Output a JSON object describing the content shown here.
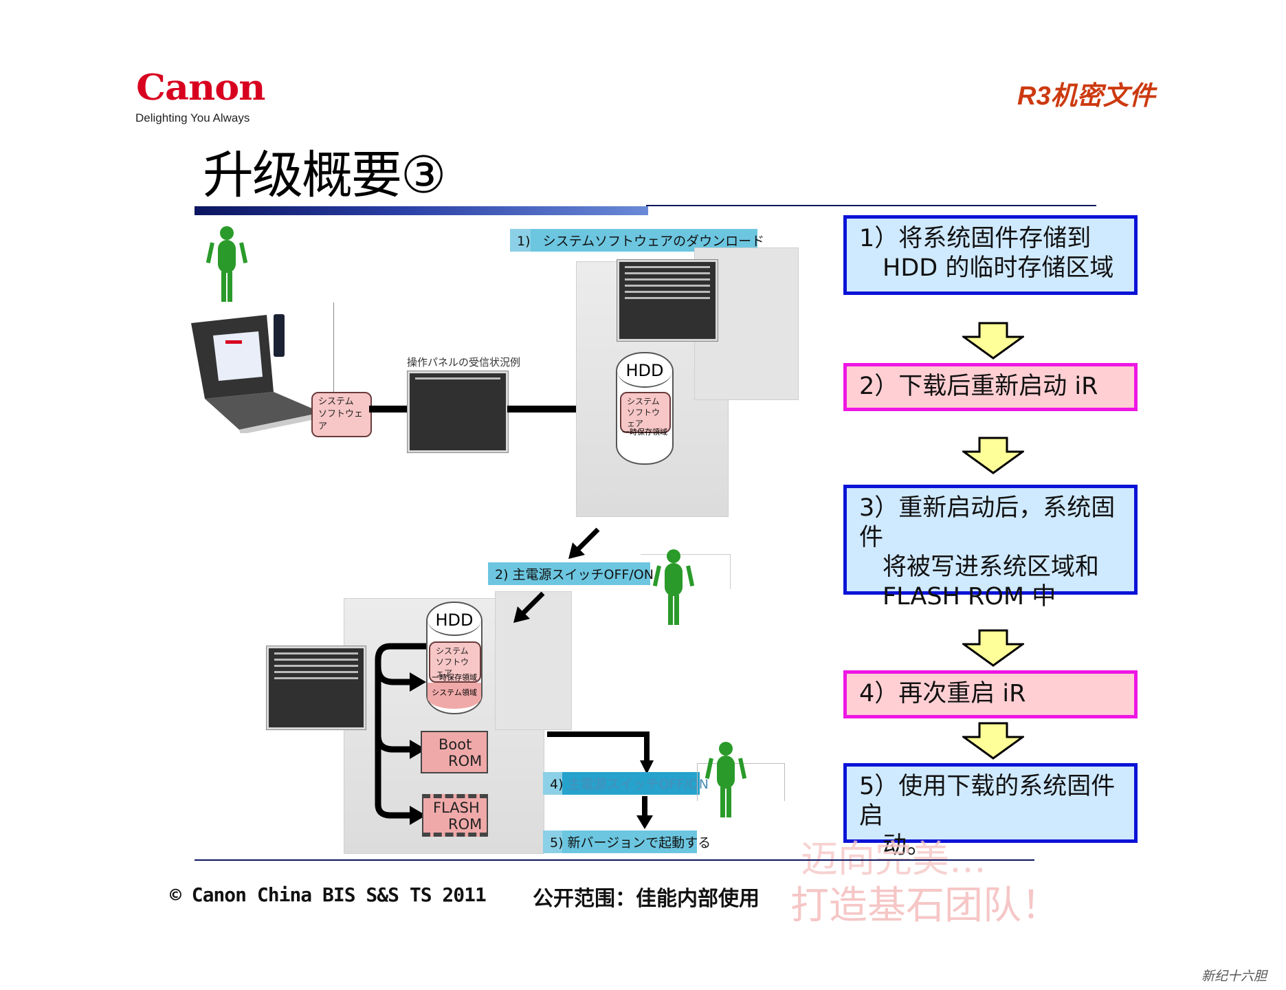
{
  "header": {
    "logo": "Canon",
    "tagline": "Delighting You Always",
    "confidential": "R3机密文件",
    "title": "升级概要③"
  },
  "diagram": {
    "step1_label_num": "1)",
    "step1_label": "システムソフトウェアのダウンロード",
    "panel_caption": "操作パネルの受信状況例",
    "sw_box_line1": "システム",
    "sw_box_line2": "ソフトウェア",
    "hdd_top": "HDD",
    "hdd_sw_line1": "システム",
    "hdd_sw_line2": "ソフトウェア",
    "hdd_temp_area": "一時保存領域",
    "step2_label": "2) 主電源スイッチOFF/ON",
    "hdd2_top": "HDD",
    "hdd2_sw_line1": "システム",
    "hdd2_sw_line2": "ソフトウェア",
    "hdd2_temp_area": "一時保存領域",
    "hdd2_system_area": "システム領域",
    "boot_rom_line1": "Boot",
    "boot_rom_line2": "ROM",
    "flash_rom_line1": "FLASH",
    "flash_rom_line2": "ROM",
    "step4_label_num": "4)",
    "step4_label": "主電源スイッチOFF/ON",
    "step5_label": "5) 新バージョンで起動する"
  },
  "steps": [
    {
      "line1": "1）将系统固件存储到",
      "line2": "HDD 的临时存储区域",
      "style": "blue"
    },
    {
      "line1": "2）下载后重新启动 iR",
      "style": "pink"
    },
    {
      "line1": "3）重新启动后，系统固件",
      "line2": "将被写进系统区域和",
      "line3": "FLASH ROM 中",
      "style": "blue"
    },
    {
      "line1": "4）再次重启 iR",
      "style": "pink"
    },
    {
      "line1": "5）使用下载的系统固件启",
      "line2": "动。",
      "style": "blue"
    }
  ],
  "footer": {
    "copyright": "© Canon China BIS S&S TS 2011",
    "scope": "公开范围：佳能内部使用",
    "watermark_line1": "迈向完美…",
    "watermark_line2": "打造基石团队！",
    "signature": "新纪十六胆"
  },
  "colors": {
    "canon_red": "#d8001f",
    "confidential_orange": "#cc3a10",
    "step_blue_border": "#0b12d6",
    "step_blue_fill": "#cfe9ff",
    "step_pink_border": "#ee16e4",
    "step_pink_fill": "#ffcfd3",
    "arrow_yellow": "#ffff99",
    "person_green": "#2a9a2a",
    "label_cyan": "#6cc6e0"
  }
}
